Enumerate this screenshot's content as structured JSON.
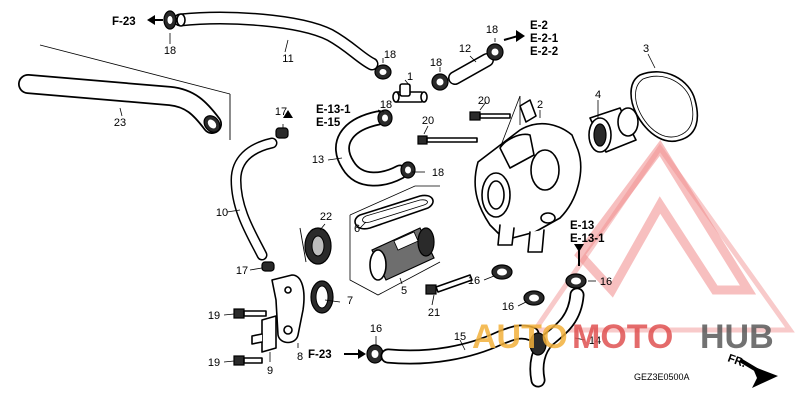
{
  "diagram": {
    "drawing_code": "GEZ3E0500A",
    "direction_label": "FR.",
    "watermark": {
      "text_a": "AUTO",
      "text_b": "MOTO",
      "text_c": "HUB",
      "color_a": "#f3b13b",
      "color_b": "#e05252",
      "color_c": "#5a5a5a"
    },
    "part_numbers": {
      "p1": "1",
      "p2": "2",
      "p3": "3",
      "p4": "4",
      "p5": "5",
      "p6": "6",
      "p7": "7",
      "p8": "8",
      "p9": "9",
      "p10": "10",
      "p11": "11",
      "p12": "12",
      "p13": "13",
      "p14": "14",
      "p15": "15",
      "p16": "16",
      "p17": "17",
      "p18": "18",
      "p19": "19",
      "p20": "20",
      "p21": "21",
      "p22": "22",
      "p23": "23"
    },
    "refs": {
      "f23": "F-23",
      "e2": "E-2",
      "e21": "E-2-1",
      "e22": "E-2-2",
      "e131": "E-13-1",
      "e15": "E-15",
      "e13": "E-13"
    }
  }
}
